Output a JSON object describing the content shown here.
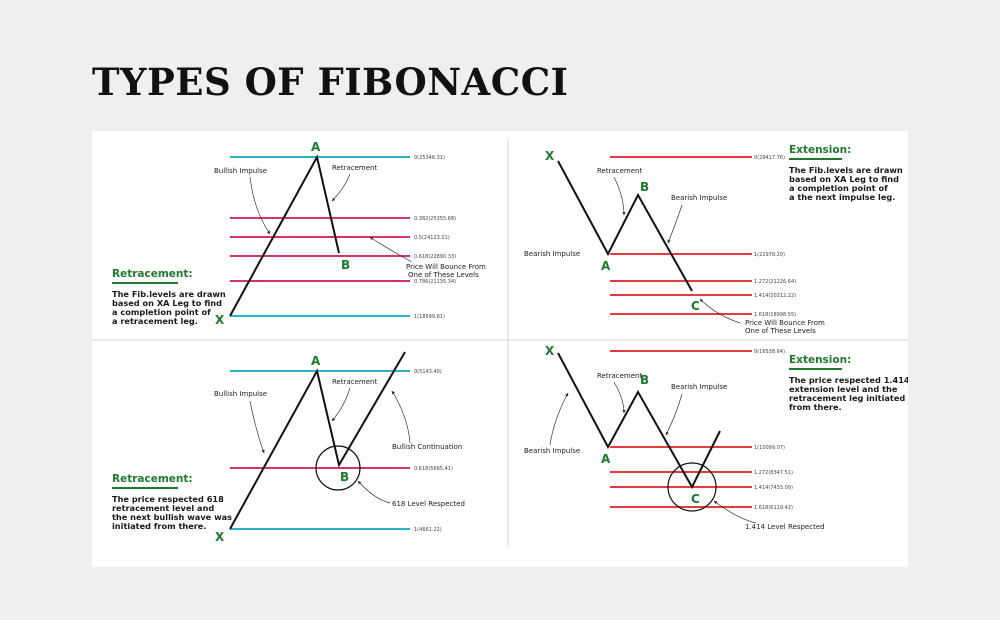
{
  "title": "TYPES OF FIBONACCI",
  "colors": {
    "background": "#efefed",
    "panel": "#ffffff",
    "pink": "#d6336c",
    "red": "#e83a3a",
    "cyan": "#2ab3cf",
    "green": "#1e7a2c",
    "price": "#111111"
  },
  "panels": {
    "tl": {
      "points": {
        "a": "A",
        "b": "B",
        "x": "X"
      },
      "annotations": {
        "impulse": "Bullish Impulse",
        "retracement": "Retracement",
        "bounce_1": "Price Will Bounce From",
        "bounce_2": "One of These Levels"
      },
      "levels": [
        "0(25346.31)",
        "0.382(25355.68)",
        "0.5(24123.01)",
        "0.618(22890.33)",
        "0.786(21135.34)",
        "1(18599.81)"
      ],
      "description": {
        "title": "Retracement:",
        "lines": [
          "The Fib.levels are drawn",
          "based on XA Leg to find",
          "a completion point of",
          "a retracement leg."
        ]
      }
    },
    "tr": {
      "points": {
        "x": "X",
        "b": "B",
        "a": "A",
        "c": "C"
      },
      "annotations": {
        "impulse": "Bearish Impulse",
        "retracement": "Retracement",
        "bearish_impulse_b": "Bearish Impulse",
        "bounce_1": "Price Will Bounce From",
        "bounce_2": "One of These Levels"
      },
      "levels": [
        "0(29417.76)",
        "1(22978.20)",
        "1.272(21226.64)",
        "1.414(20312.22)",
        "1.618(18998.55)"
      ],
      "description": {
        "title": "Extension:",
        "lines": [
          "The Fib.levels are drawn",
          "based on XA Leg to find",
          "a completion point of",
          "a the next impulse leg."
        ]
      }
    },
    "bl": {
      "points": {
        "a": "A",
        "b": "B",
        "x": "X"
      },
      "annotations": {
        "impulse": "Bullish Impulse",
        "retracement": "Retracement",
        "continuation": "Bullish Continuation",
        "respected": "618 Level Respected"
      },
      "levels": [
        "0(5143.40)",
        "0.618(5665.41)",
        "1(4661.22)"
      ],
      "description": {
        "title": "Retracement:",
        "lines": [
          "The price respected 618",
          "retracement level and",
          "the next bullish wave was",
          "initiated from there."
        ]
      }
    },
    "br": {
      "points": {
        "x": "X",
        "b": "B",
        "a": "A",
        "c": "C"
      },
      "annotations": {
        "impulse": "Bearish Impulse",
        "retracement": "Retracement",
        "bearish_impulse_b": "Bearish Impulse",
        "respected": "1.414 Level Respected"
      },
      "levels": [
        "0(16538.64)",
        "1(10099.07)",
        "1.272(8347.51)",
        "1.414(7433.09)",
        "1.618(6119.42)"
      ],
      "description": {
        "title": "Extension:",
        "lines": [
          "The price respected 1.414",
          "extension level and the",
          "retracement leg initiated",
          "from there."
        ]
      }
    }
  }
}
